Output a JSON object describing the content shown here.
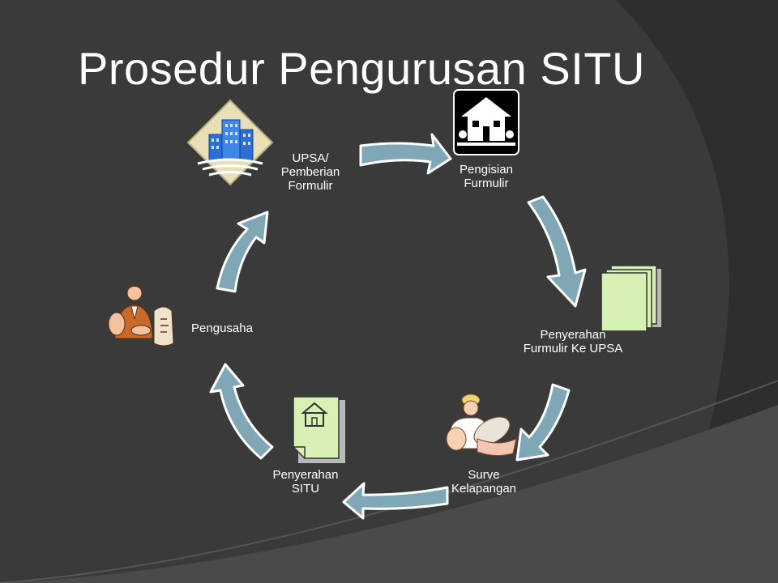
{
  "slide": {
    "title": "Prosedur Pengurusan SITU",
    "background_color": "#3a3a3a",
    "arrow_color": "#7fa7b5"
  },
  "steps": [
    {
      "lines": [
        "UPSA/",
        "Pemberian",
        "Formulir"
      ],
      "icon": "office-buildings-icon"
    },
    {
      "lines": [
        "Pengisian",
        "Furmulir"
      ],
      "icon": "house-icon"
    },
    {
      "lines": [
        "Penyerahan",
        "Furmulir Ke UPSA"
      ],
      "icon": "stacked-documents-icon"
    },
    {
      "lines": [
        "Surve",
        "Kelapangan"
      ],
      "icon": "surveyor-icon"
    },
    {
      "lines": [
        "Penyerahan",
        "SITU"
      ],
      "icon": "house-document-icon"
    },
    {
      "lines": [
        "Pengusaha"
      ],
      "icon": "businessman-icon"
    }
  ]
}
